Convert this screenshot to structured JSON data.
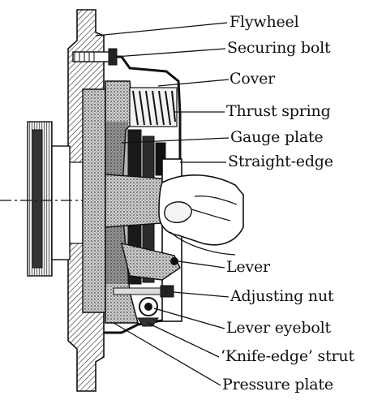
{
  "diagram": {
    "labels": [
      {
        "id": "flywheel",
        "text": "Flywheel"
      },
      {
        "id": "securing-bolt",
        "text": "Securing bolt"
      },
      {
        "id": "cover",
        "text": "Cover"
      },
      {
        "id": "thrust-spring",
        "text": "Thrust spring"
      },
      {
        "id": "gauge-plate",
        "text": "Gauge plate"
      },
      {
        "id": "straight-edge",
        "text": "Straight-edge"
      },
      {
        "id": "lever",
        "text": "Lever"
      },
      {
        "id": "adjusting-nut",
        "text": "Adjusting nut"
      },
      {
        "id": "lever-eyebolt",
        "text": "Lever eyebolt"
      },
      {
        "id": "knife-edge-strut",
        "text": "‘Knife-edge’ strut"
      },
      {
        "id": "pressure-plate",
        "text": "Pressure plate"
      }
    ]
  },
  "colors": {
    "ink": "#111111",
    "paper": "#ffffff",
    "shade": "#8a8a8a"
  }
}
